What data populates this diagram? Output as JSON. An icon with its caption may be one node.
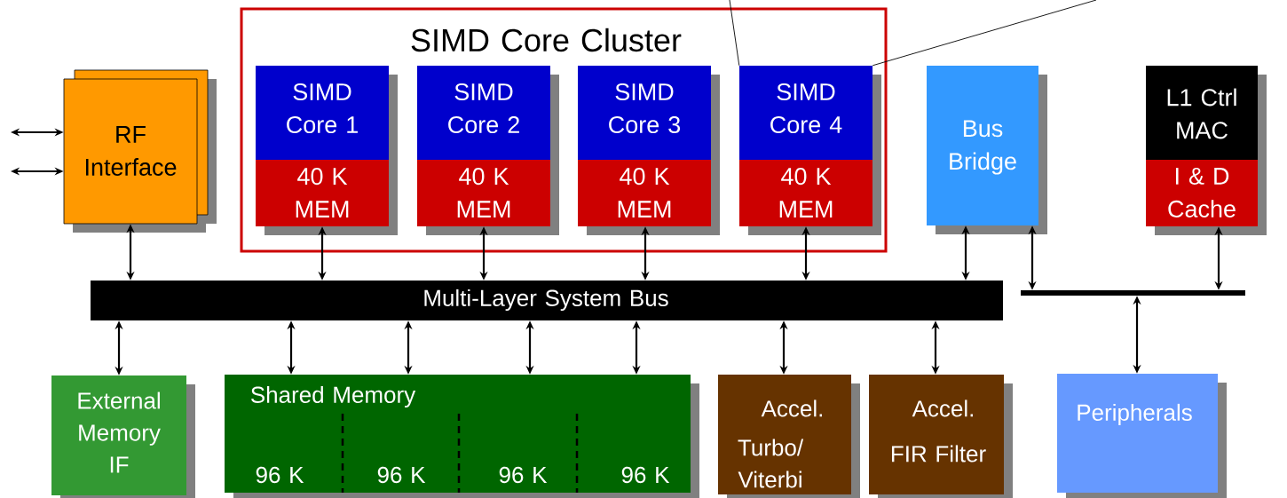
{
  "diagram": {
    "nodes": [
      {
        "text": [
          "SIMD Core Cluster"
        ]
      },
      {
        "text": [
          "SIMD Core 1",
          "40 K MEM"
        ],
        "in": 0
      },
      {
        "text": [
          "SIMD Core 2",
          "40 K MEM"
        ],
        "in": 0
      },
      {
        "text": [
          "SIMD Core 3",
          "40 K MEM"
        ],
        "in": 0
      },
      {
        "text": [
          "SIMD Core 4",
          "40 K MEM"
        ],
        "in": 0
      },
      {
        "text": [
          "RF Interface"
        ]
      },
      {
        "text": [
          "Bus Bridge"
        ]
      },
      {
        "text": [
          "L1 Ctrl MAC",
          "I & D Cache"
        ]
      },
      {
        "text": [
          "Multi-Layer System Bus"
        ]
      },
      {
        "text": [],
        "shape": "bar"
      },
      {
        "text": [
          "External Memory IF"
        ]
      },
      {
        "text": [
          "Shared Memory",
          "96 K",
          "96 K",
          "96 K",
          "96 K"
        ]
      },
      {
        "text": [
          "Accel.",
          "Turbo/ Viterbi"
        ]
      },
      {
        "text": [
          "Accel.",
          "FIR Filter"
        ]
      },
      {
        "text": [
          "Peripherals"
        ]
      }
    ],
    "edges": [
      {
        "from": null,
        "to": 4,
        "arrow": "none"
      },
      {
        "from": null,
        "to": 4,
        "arrow": "none"
      },
      {
        "from": null,
        "to": 5,
        "arrow": "both"
      },
      {
        "from": null,
        "to": 5,
        "arrow": "both"
      },
      {
        "from": 5,
        "to": 8,
        "arrow": "both"
      },
      {
        "from": 1,
        "to": 8,
        "arrow": "both"
      },
      {
        "from": 2,
        "to": 8,
        "arrow": "both"
      },
      {
        "from": 3,
        "to": 8,
        "arrow": "both"
      },
      {
        "from": 4,
        "to": 8,
        "arrow": "both"
      },
      {
        "from": 6,
        "to": 8,
        "arrow": "both"
      },
      {
        "from": 6,
        "to": 9,
        "arrow": "both"
      },
      {
        "from": 7,
        "to": 9,
        "arrow": "both"
      },
      {
        "from": 8,
        "to": 10,
        "arrow": "both"
      },
      {
        "from": 8,
        "to": 11,
        "arrow": "both"
      },
      {
        "from": 8,
        "to": 11,
        "arrow": "both"
      },
      {
        "from": 8,
        "to": 11,
        "arrow": "both"
      },
      {
        "from": 8,
        "to": 11,
        "arrow": "both"
      },
      {
        "from": 8,
        "to": 12,
        "arrow": "both"
      },
      {
        "from": 8,
        "to": 13,
        "arrow": "both"
      },
      {
        "from": 9,
        "to": 14,
        "arrow": "both"
      }
    ]
  }
}
